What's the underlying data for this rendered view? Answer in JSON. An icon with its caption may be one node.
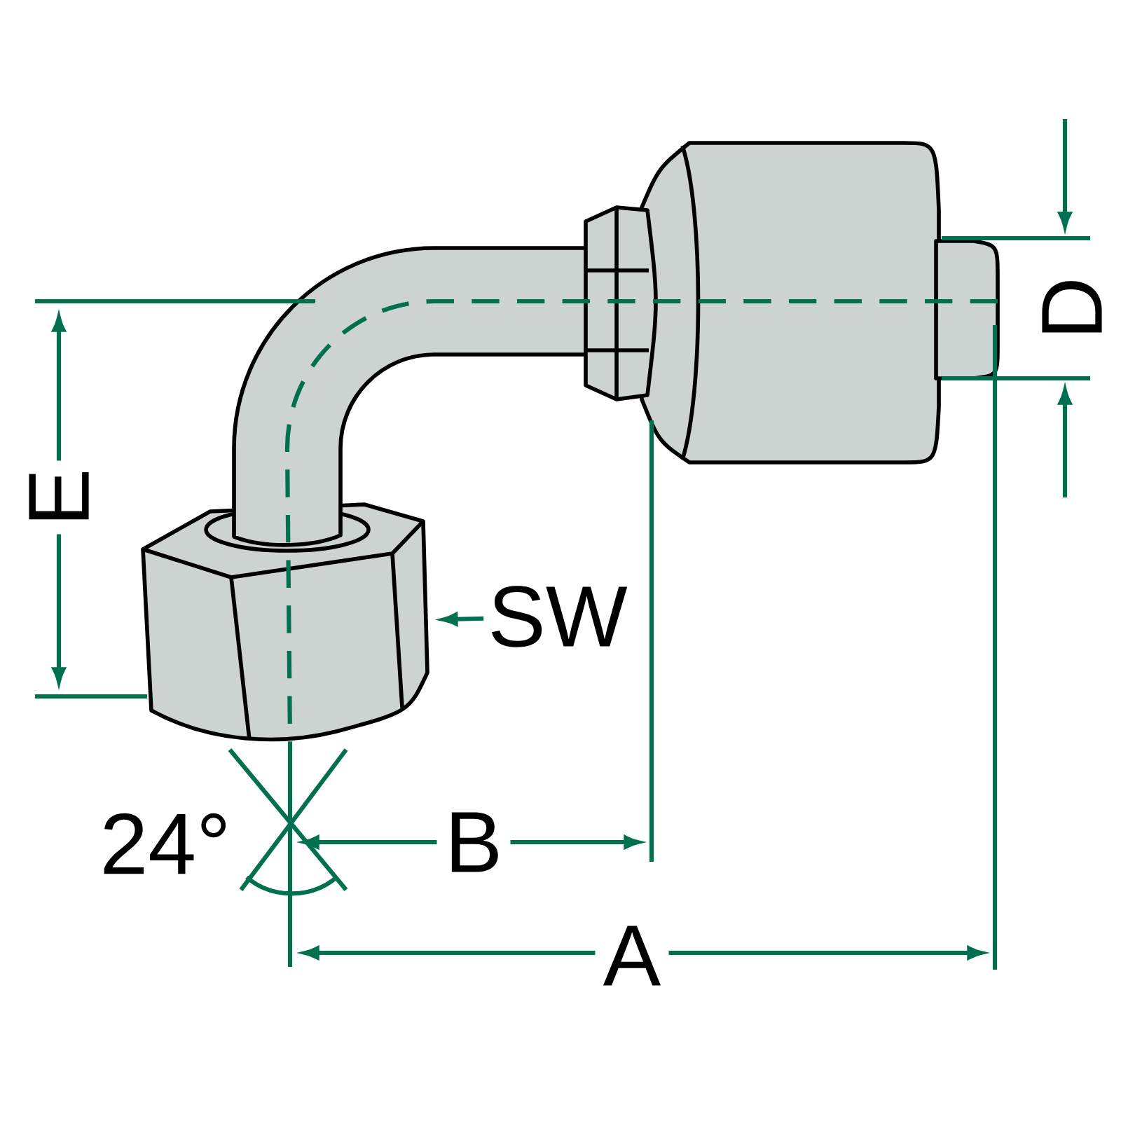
{
  "diagram": {
    "nodes": [
      {
        "text": [
          "SW"
        ]
      },
      {
        "text": [],
        "shape": "picture"
      }
    ],
    "edges": [
      {
        "from": 0,
        "to": 1,
        "arrow": "to"
      }
    ],
    "labels": [
      "D",
      "E",
      "24°",
      "B",
      "A"
    ]
  }
}
